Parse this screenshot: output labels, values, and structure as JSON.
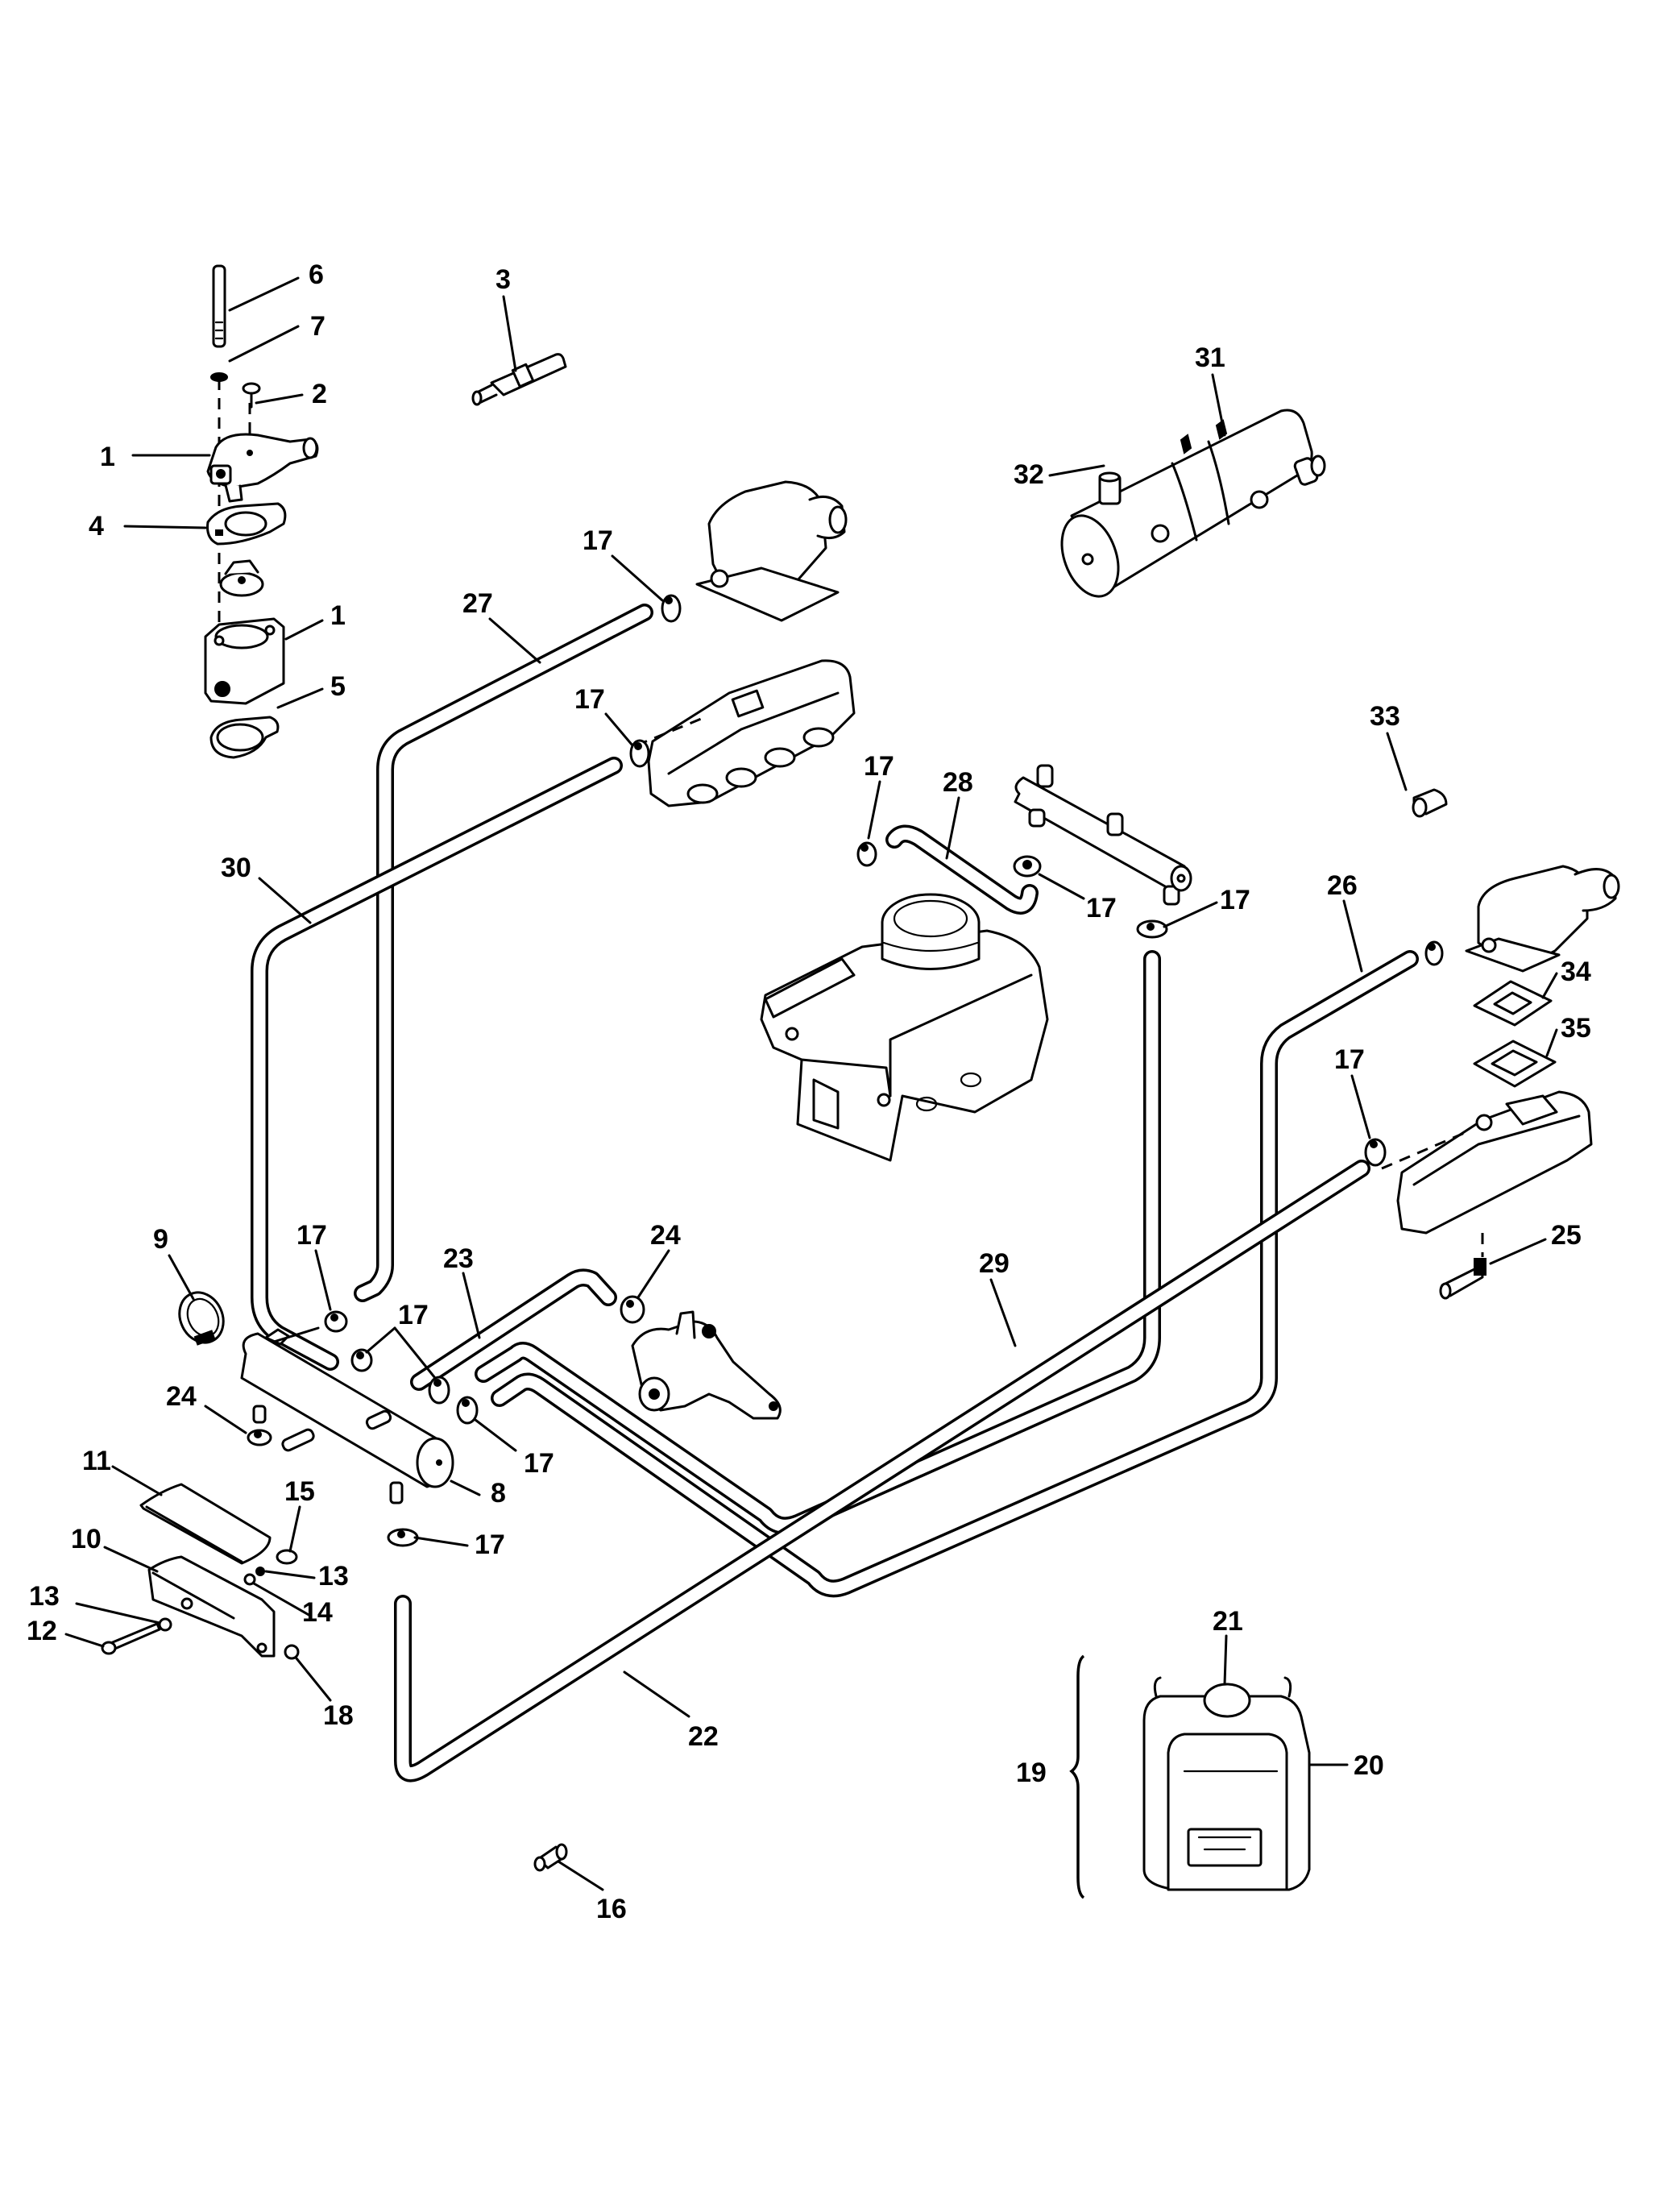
{
  "diagram": {
    "type": "exploded parts diagram",
    "subject": "engine cooling system components",
    "background_color": "#ffffff",
    "line_color": "#000000",
    "callouts": [
      {
        "id": "c6",
        "label": "6",
        "part": "stud"
      },
      {
        "id": "c7",
        "label": "7",
        "part": "washer"
      },
      {
        "id": "c2",
        "label": "2",
        "part": "screw"
      },
      {
        "id": "c1a",
        "label": "1",
        "part": "thermostat housing cover"
      },
      {
        "id": "c4",
        "label": "4",
        "part": "gasket"
      },
      {
        "id": "c1b",
        "label": "1",
        "part": "thermostat housing"
      },
      {
        "id": "c5",
        "label": "5",
        "part": "gasket"
      },
      {
        "id": "c3",
        "label": "3",
        "part": "temperature sender"
      },
      {
        "id": "c31",
        "label": "31",
        "part": "heat exchanger"
      },
      {
        "id": "c32",
        "label": "32",
        "part": "mounting strap"
      },
      {
        "id": "c17a",
        "label": "17",
        "part": "hose clamp"
      },
      {
        "id": "c27",
        "label": "27",
        "part": "hose"
      },
      {
        "id": "c17b",
        "label": "17",
        "part": "hose clamp"
      },
      {
        "id": "c33",
        "label": "33",
        "part": "plug"
      },
      {
        "id": "c17c",
        "label": "17",
        "part": "hose clamp"
      },
      {
        "id": "c28",
        "label": "28",
        "part": "hose"
      },
      {
        "id": "c17d",
        "label": "17",
        "part": "hose clamp"
      },
      {
        "id": "c17e",
        "label": "17",
        "part": "hose clamp"
      },
      {
        "id": "c30",
        "label": "30",
        "part": "hose"
      },
      {
        "id": "c26",
        "label": "26",
        "part": "hose"
      },
      {
        "id": "c34",
        "label": "34",
        "part": "gasket"
      },
      {
        "id": "c35",
        "label": "35",
        "part": "gasket"
      },
      {
        "id": "c17f",
        "label": "17",
        "part": "hose clamp"
      },
      {
        "id": "c25",
        "label": "25",
        "part": "elbow fitting"
      },
      {
        "id": "c9",
        "label": "9",
        "part": "clamp"
      },
      {
        "id": "c17g",
        "label": "17",
        "part": "hose clamp"
      },
      {
        "id": "c23",
        "label": "23",
        "part": "hose"
      },
      {
        "id": "c24a",
        "label": "24",
        "part": "hose clamp"
      },
      {
        "id": "c29",
        "label": "29",
        "part": "hose"
      },
      {
        "id": "c17h",
        "label": "17",
        "part": "hose clamp"
      },
      {
        "id": "c24b",
        "label": "24",
        "part": "hose clamp"
      },
      {
        "id": "c17i",
        "label": "17",
        "part": "hose clamp"
      },
      {
        "id": "c8",
        "label": "8",
        "part": "distribution manifold"
      },
      {
        "id": "c11",
        "label": "11",
        "part": "bracket cover"
      },
      {
        "id": "c15",
        "label": "15",
        "part": "spacer"
      },
      {
        "id": "c10",
        "label": "10",
        "part": "bracket"
      },
      {
        "id": "c17j",
        "label": "17",
        "part": "hose clamp"
      },
      {
        "id": "c13a",
        "label": "13",
        "part": "washer"
      },
      {
        "id": "c13b",
        "label": "13",
        "part": "washer"
      },
      {
        "id": "c14",
        "label": "14",
        "part": "nut"
      },
      {
        "id": "c12",
        "label": "12",
        "part": "bolt"
      },
      {
        "id": "c18",
        "label": "18",
        "part": "nut"
      },
      {
        "id": "c22",
        "label": "22",
        "part": "hose"
      },
      {
        "id": "c21",
        "label": "21",
        "part": "reservoir cap"
      },
      {
        "id": "c19",
        "label": "19",
        "part": "reservoir kit"
      },
      {
        "id": "c20",
        "label": "20",
        "part": "coolant reservoir"
      },
      {
        "id": "c16",
        "label": "16",
        "part": "drain fitting"
      }
    ]
  }
}
